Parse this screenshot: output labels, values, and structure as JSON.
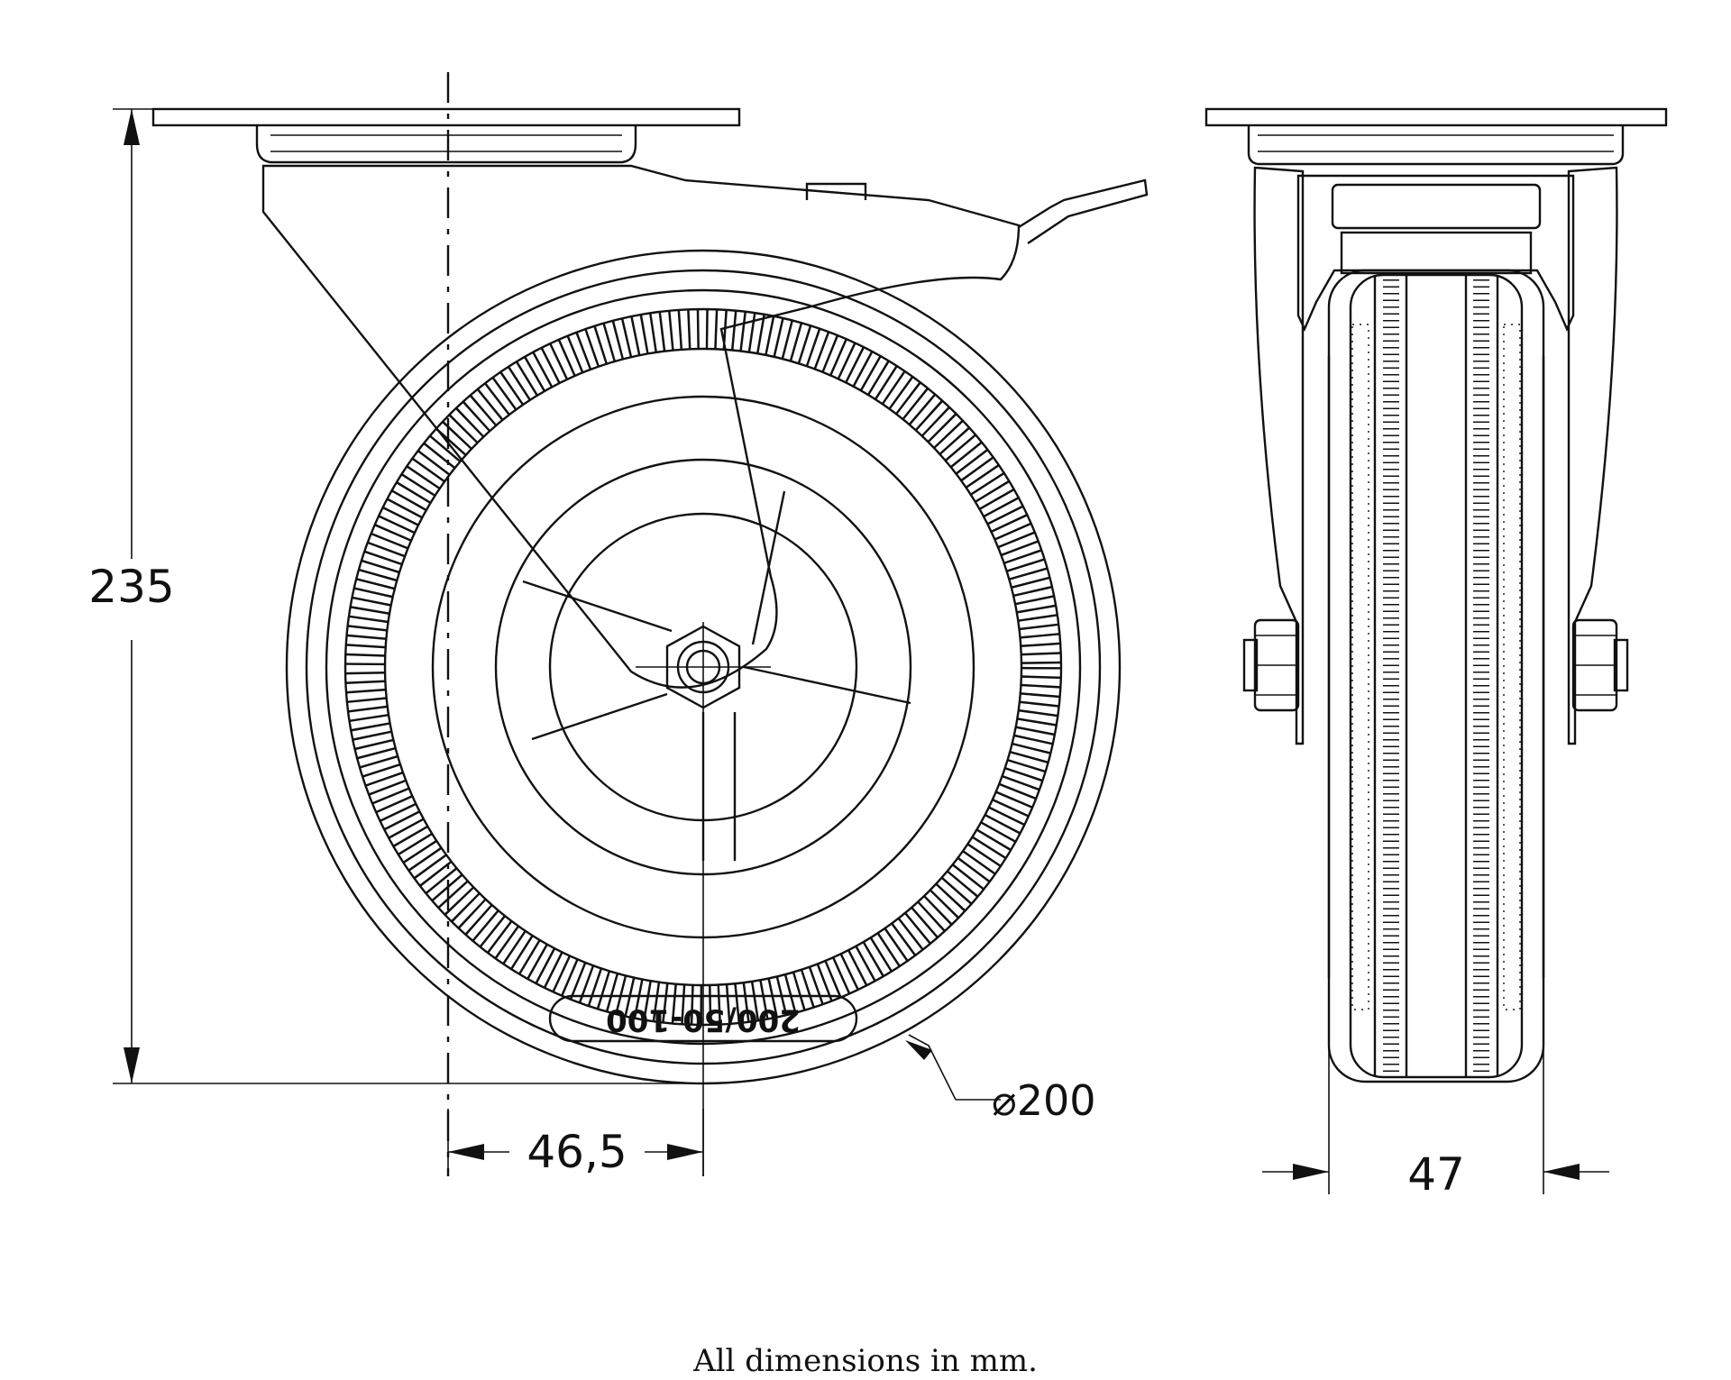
{
  "dimensions": {
    "overall_height": "235",
    "wheel_diameter": "⌀200",
    "offset": "46,5",
    "wheel_width": "47"
  },
  "tire_marking": "200/50-100",
  "footer": "All dimensions in mm."
}
